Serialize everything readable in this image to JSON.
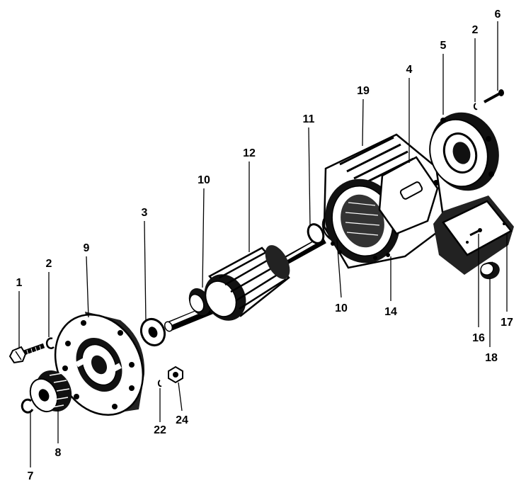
{
  "diagram": {
    "type": "exploded-parts-view",
    "ink_color": "#000000",
    "background_color": "#ffffff",
    "callouts": [
      "1",
      "2",
      "3",
      "9",
      "10",
      "12",
      "11",
      "19",
      "4",
      "5",
      "2",
      "6",
      "10",
      "14",
      "16",
      "17",
      "18",
      "7",
      "8",
      "22",
      "24"
    ]
  }
}
